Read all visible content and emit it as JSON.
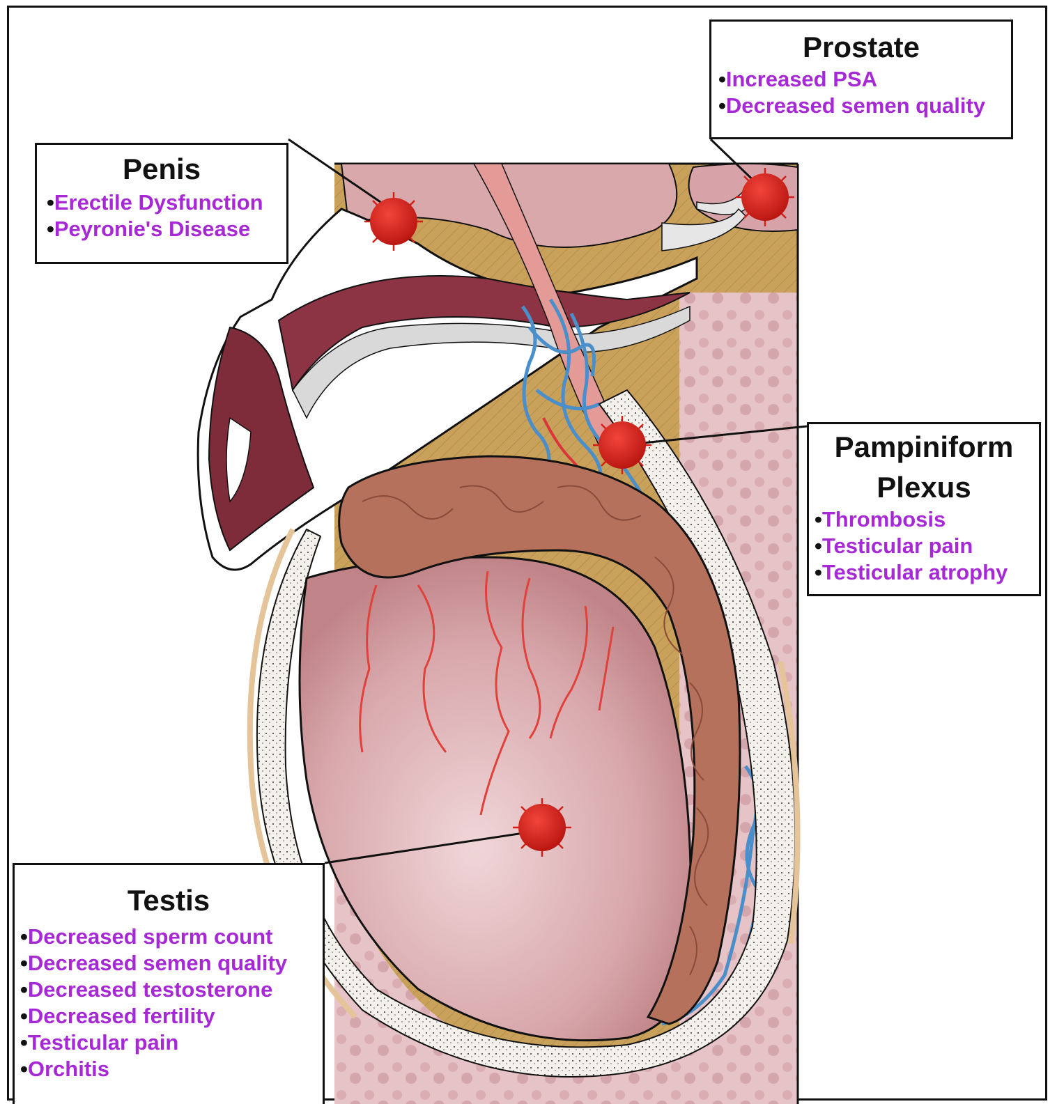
{
  "labels": {
    "prostate": {
      "title": "Prostate",
      "items": [
        "Increased PSA",
        "Decreased semen quality"
      ]
    },
    "penis": {
      "title": "Penis",
      "items": [
        "Erectile Dysfunction",
        "Peyronie's Disease"
      ]
    },
    "plexus": {
      "title_line1": "Pampiniform",
      "title_line2": "Plexus",
      "items": [
        "Thrombosis",
        "Testicular pain",
        "Testicular atrophy"
      ]
    },
    "testis": {
      "title": "Testis",
      "items": [
        "Decreased sperm count",
        "Decreased semen quality",
        "Decreased testosterone",
        "Decreased fertility",
        "Testicular pain",
        "Orchitis"
      ]
    }
  },
  "colors": {
    "label_text": "#a729d6",
    "virus": "#e0281e",
    "tissue_tan": "#c9a15a",
    "testis_pink": "#d8a7ab",
    "vein_blue": "#4a8fc9",
    "artery_red": "#d9353a"
  }
}
